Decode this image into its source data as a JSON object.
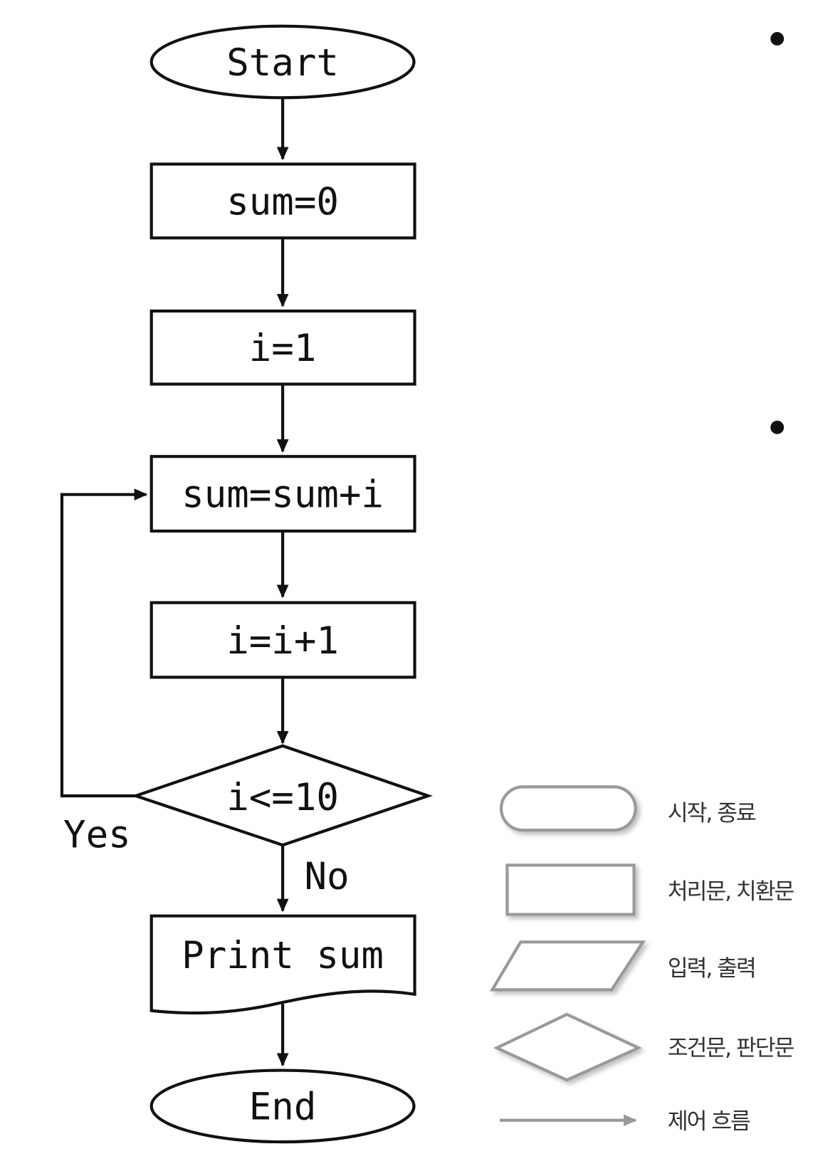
{
  "flowchart": {
    "start": "Start",
    "step1": "sum=0",
    "step2": "i=1",
    "step3": "sum=sum+i",
    "step4": "i=i+1",
    "condition": "i<=10",
    "yes_label": "Yes",
    "no_label": "No",
    "output": "Print sum",
    "end": "End"
  },
  "legend": {
    "items": [
      {
        "shape": "terminator",
        "label": "시작, 종료"
      },
      {
        "shape": "process",
        "label": "처리문, 치환문"
      },
      {
        "shape": "input-output",
        "label": "입력, 출력"
      },
      {
        "shape": "decision",
        "label": "조건문, 판단문"
      },
      {
        "shape": "flow-arrow",
        "label": "제어 흐름"
      }
    ]
  },
  "colors": {
    "line": "#111111",
    "legend_line": "#999999"
  }
}
